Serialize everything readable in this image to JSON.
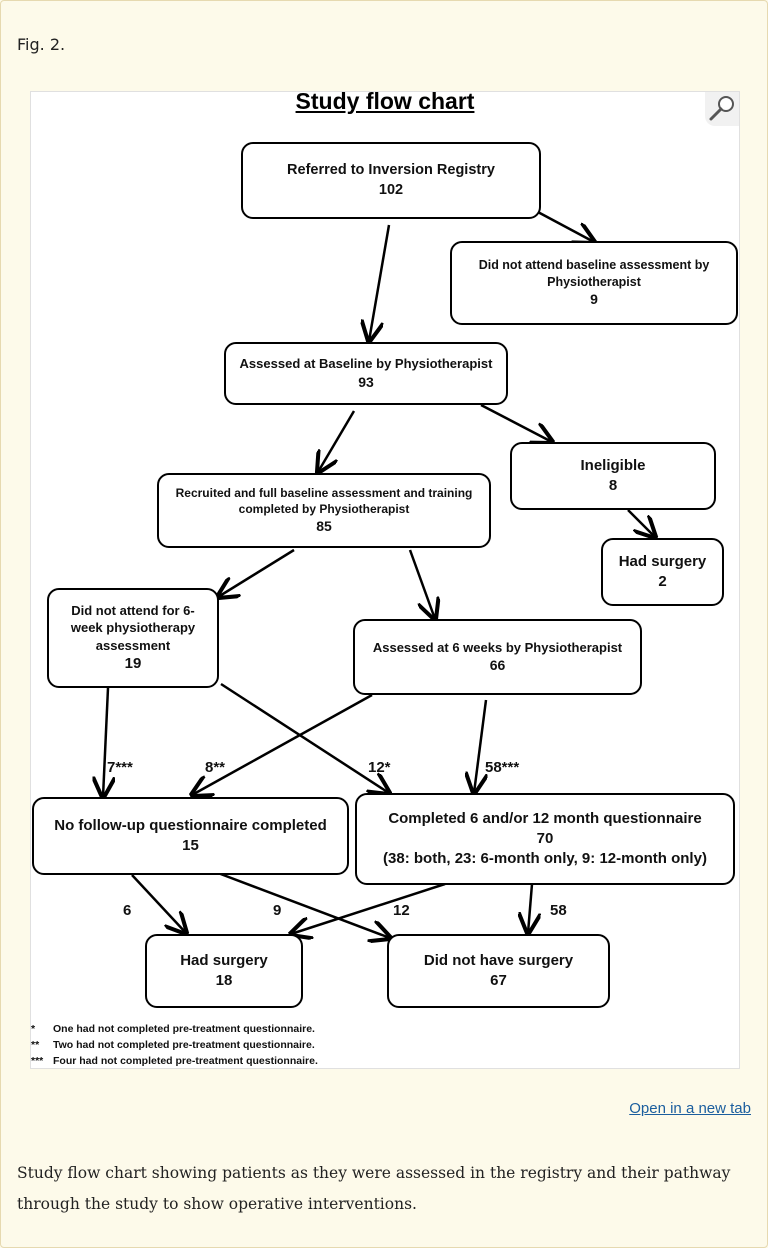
{
  "figure_label": "Fig. 2.",
  "chart_title": "Study flow chart",
  "boxes": {
    "referred": {
      "label": "Referred to Inversion Registry",
      "value": "102"
    },
    "not_attend_baseline": {
      "label": "Did not attend baseline assessment by Physiotherapist",
      "value": "9"
    },
    "assessed_baseline": {
      "label": "Assessed at Baseline by Physiotherapist",
      "value": "93"
    },
    "ineligible": {
      "label": "Ineligible",
      "value": "8"
    },
    "ineligible_surgery": {
      "label": "Had surgery",
      "value": "2"
    },
    "recruited": {
      "label": "Recruited and full baseline assessment and training completed by Physiotherapist",
      "value": "85"
    },
    "not_attend_6wk": {
      "label": "Did not attend for 6-week physiotherapy assessment",
      "value": "19"
    },
    "assessed_6wk": {
      "label": "Assessed at 6 weeks by Physiotherapist",
      "value": "66"
    },
    "no_followup": {
      "label": "No follow-up questionnaire completed",
      "value": "15"
    },
    "completed_q": {
      "label": "Completed 6 and/or 12 month questionnaire",
      "value": "70",
      "detail": "(38: both, 23: 6-month only, 9: 12-month only)"
    },
    "had_surgery": {
      "label": "Had surgery",
      "value": "18"
    },
    "no_surgery": {
      "label": "Did not have surgery",
      "value": "67"
    }
  },
  "edge_labels": {
    "a": "7***",
    "b": "8**",
    "c": "12*",
    "d": "58***",
    "e": "6",
    "f": "9",
    "g": "12",
    "h": "58"
  },
  "footnotes": [
    {
      "mark": "*",
      "text": "One had not completed pre-treatment questionnaire."
    },
    {
      "mark": "**",
      "text": "Two had not completed pre-treatment questionnaire."
    },
    {
      "mark": "***",
      "text": "Four had not completed pre-treatment questionnaire."
    }
  ],
  "open_link": "Open in a new tab",
  "caption": "Study flow chart showing patients as they were assessed in the registry and their pathway through the study to show operative interventions."
}
